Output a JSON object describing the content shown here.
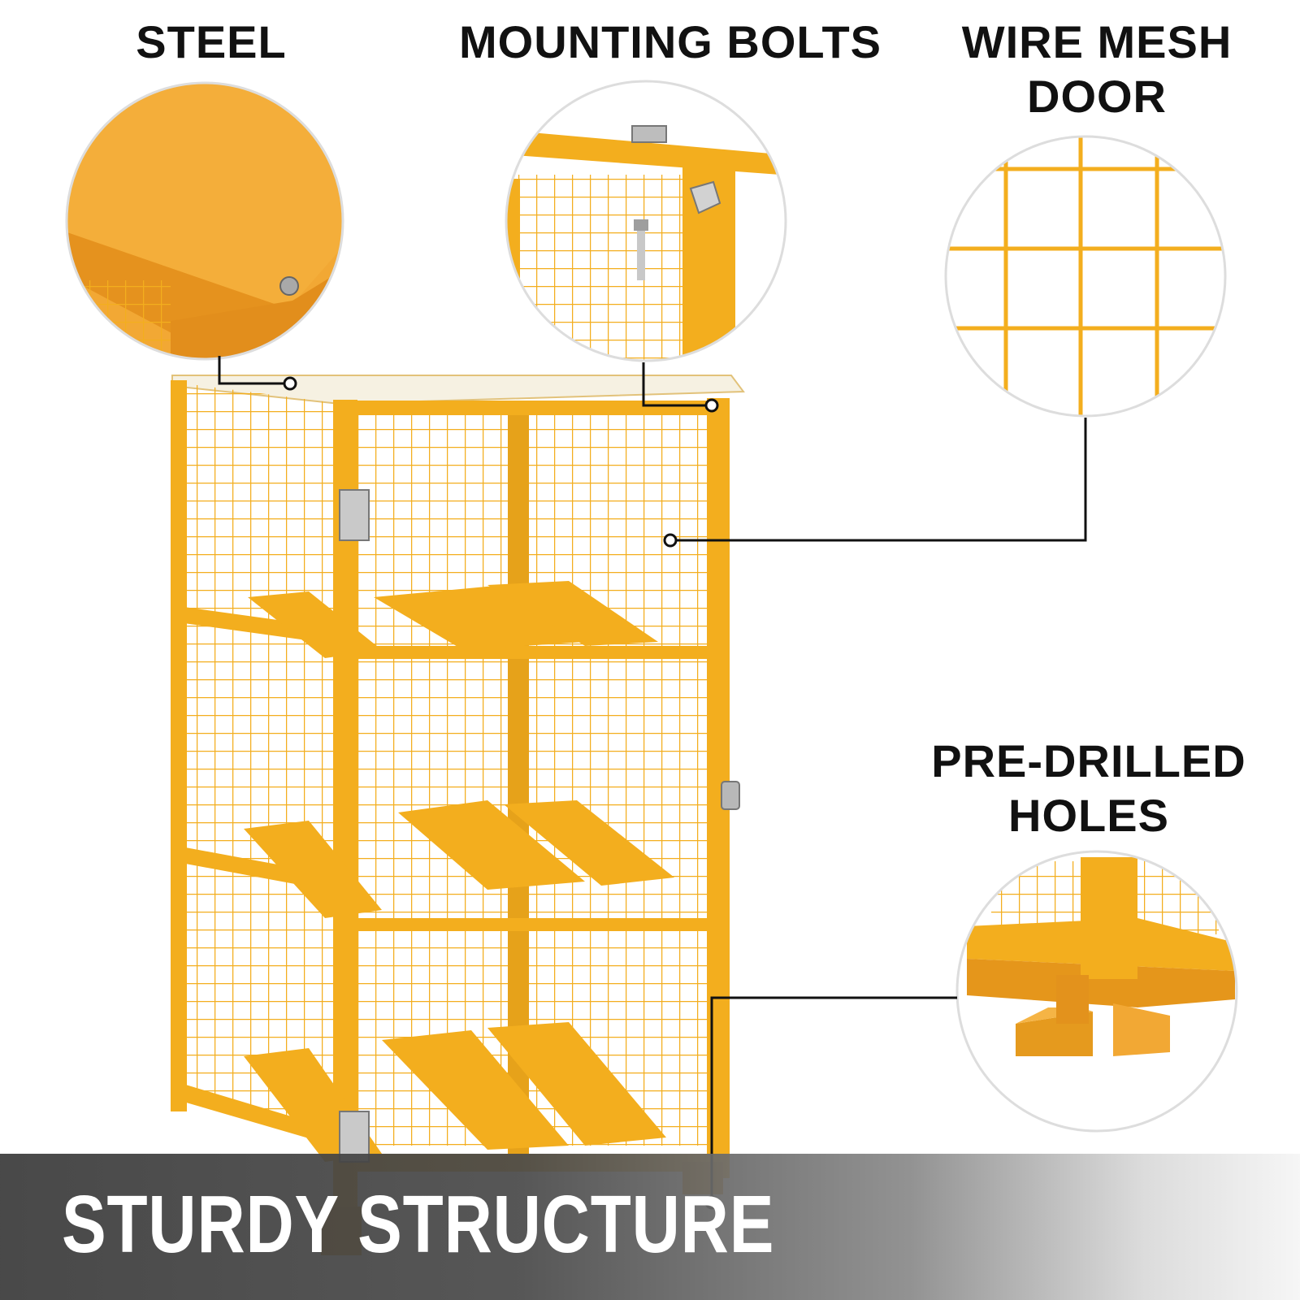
{
  "labels": {
    "steel": "STEEL",
    "mounting_bolts": "MOUNTING BOLTS",
    "wire_mesh_door": [
      "WIRE MESH",
      "DOOR"
    ],
    "pre_drilled_holes": [
      "PRE-DRILLED",
      "HOLES"
    ]
  },
  "footer": {
    "title": "STURDY STRUCTURE"
  },
  "colors": {
    "cage_yellow": "#F3AE1E",
    "cage_shadow": "#D9901A",
    "text": "#111111",
    "callout_line": "#111111"
  }
}
